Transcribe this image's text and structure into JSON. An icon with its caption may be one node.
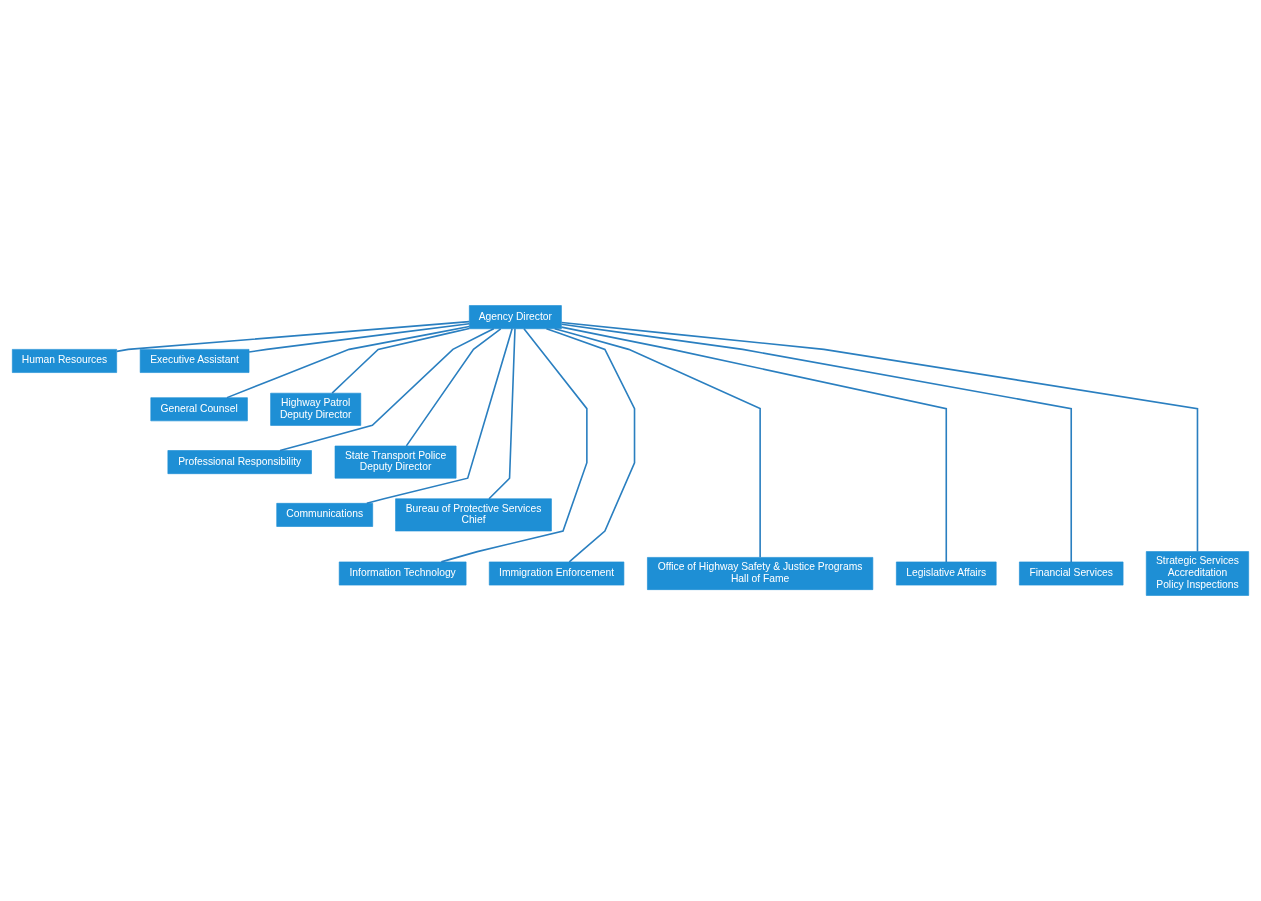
{
  "diagram": {
    "nodes": [
      {
        "text": [
          "Agency Director"
        ]
      },
      {
        "text": [
          "Human Resources"
        ]
      },
      {
        "text": [
          "Executive Assistant"
        ]
      },
      {
        "text": [
          "General Counsel"
        ]
      },
      {
        "text": [
          "Highway Patrol",
          "Deputy Director"
        ]
      },
      {
        "text": [
          "Professional Responsibility"
        ]
      },
      {
        "text": [
          "State Transport Police",
          "Deputy Director"
        ]
      },
      {
        "text": [
          "Communications"
        ]
      },
      {
        "text": [
          "Bureau of Protective Services",
          "Chief"
        ]
      },
      {
        "text": [
          "Information Technology"
        ]
      },
      {
        "text": [
          "Immigration Enforcement"
        ]
      },
      {
        "text": [
          "Office of Highway Safety & Justice Programs",
          "Hall of Fame"
        ]
      },
      {
        "text": [
          "Legislative Affairs"
        ]
      },
      {
        "text": [
          "Financial Services"
        ]
      },
      {
        "text": [
          "Strategic Services",
          "Accreditation",
          "Policy Inspections"
        ]
      }
    ],
    "edges": [
      {
        "from": 0,
        "to": 1,
        "arrow": "none"
      },
      {
        "from": 0,
        "to": 2,
        "arrow": "none"
      },
      {
        "from": 0,
        "to": 3,
        "arrow": "none"
      },
      {
        "from": 0,
        "to": 4,
        "arrow": "none"
      },
      {
        "from": 0,
        "to": 5,
        "arrow": "none"
      },
      {
        "from": 0,
        "to": 6,
        "arrow": "none"
      },
      {
        "from": 0,
        "to": 7,
        "arrow": "none"
      },
      {
        "from": 0,
        "to": 8,
        "arrow": "none"
      },
      {
        "from": 0,
        "to": 9,
        "arrow": "none"
      },
      {
        "from": 0,
        "to": 10,
        "arrow": "none"
      },
      {
        "from": 0,
        "to": 11,
        "arrow": "none"
      },
      {
        "from": 0,
        "to": 12,
        "arrow": "none"
      },
      {
        "from": 0,
        "to": 13,
        "arrow": "none"
      },
      {
        "from": 0,
        "to": 14,
        "arrow": "none"
      }
    ]
  }
}
